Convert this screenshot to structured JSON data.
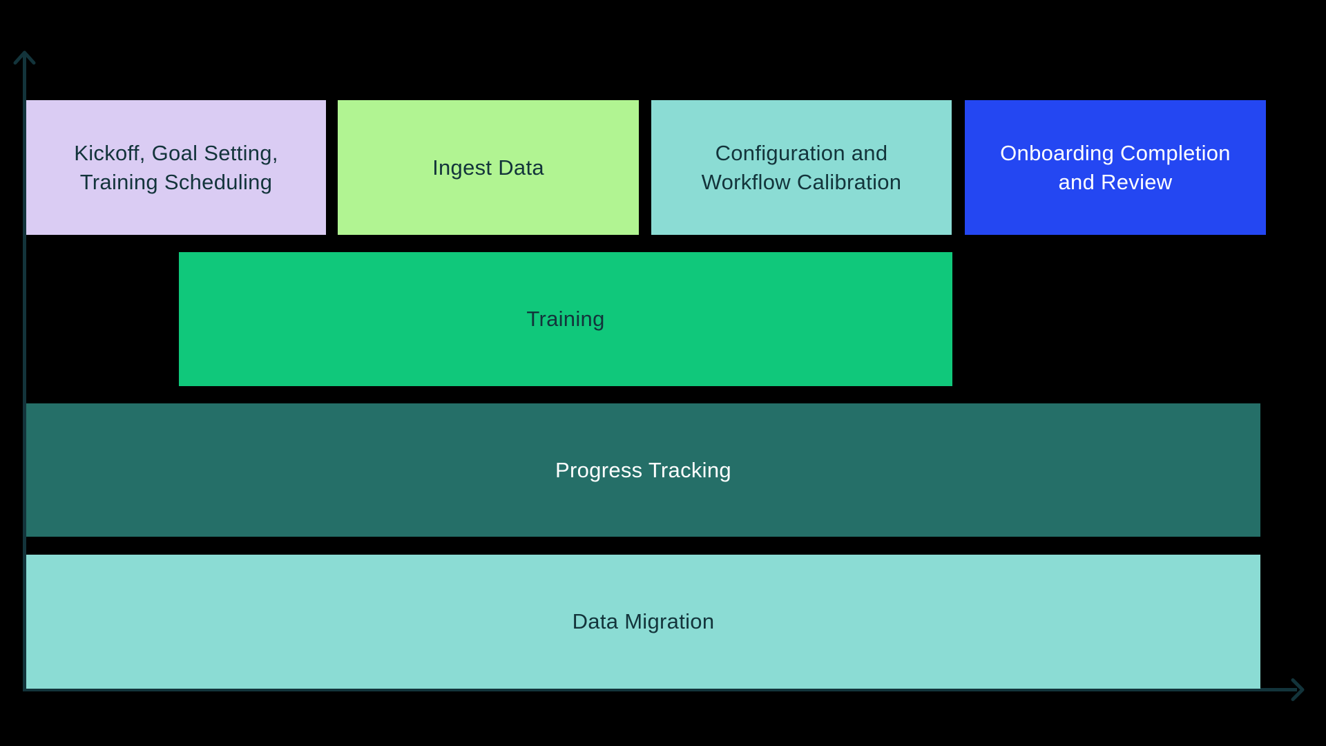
{
  "chart_data": {
    "type": "bar",
    "variant": "gantt-timeline",
    "orientation": "horizontal",
    "title": "",
    "xlabel": "",
    "ylabel": "",
    "grid": false,
    "legend": false,
    "background_color": "#000000",
    "axis_color": "#13343B",
    "axes": {
      "x": {
        "arrow": true,
        "tick_labels": [],
        "range_phase_units": [
          0,
          4
        ]
      },
      "y": {
        "arrow": true,
        "tick_labels": []
      }
    },
    "units_note": "axis is unlabeled; start/end estimated in onboarding-phase units from bar extents",
    "bars": [
      {
        "row": 1,
        "label": "Kickoff, Goal Setting,\nTraining Scheduling",
        "start": 0,
        "end": 1,
        "color": "#DACCF3",
        "text_color": "#13343B"
      },
      {
        "row": 1,
        "label": "Ingest Data",
        "start": 1,
        "end": 2,
        "color": "#B1F492",
        "text_color": "#13343B"
      },
      {
        "row": 1,
        "label": "Configuration and\nWorkflow Calibration",
        "start": 2,
        "end": 3,
        "color": "#8BDCD4",
        "text_color": "#13343B"
      },
      {
        "row": 1,
        "label": "Onboarding Completion\nand Review",
        "start": 3,
        "end": 4,
        "color": "#2447F2",
        "text_color": "#FFFFFF"
      },
      {
        "row": 2,
        "label": "Training",
        "start": 0.5,
        "end": 3,
        "color": "#10C87B",
        "text_color": "#13343B"
      },
      {
        "row": 3,
        "label": "Progress Tracking",
        "start": 0,
        "end": 3.98,
        "color": "#256F68",
        "text_color": "#FFFFFF"
      },
      {
        "row": 4,
        "label": "Data Migration",
        "start": 0,
        "end": 3.98,
        "color": "#8BDCD4",
        "text_color": "#13343B"
      }
    ]
  }
}
